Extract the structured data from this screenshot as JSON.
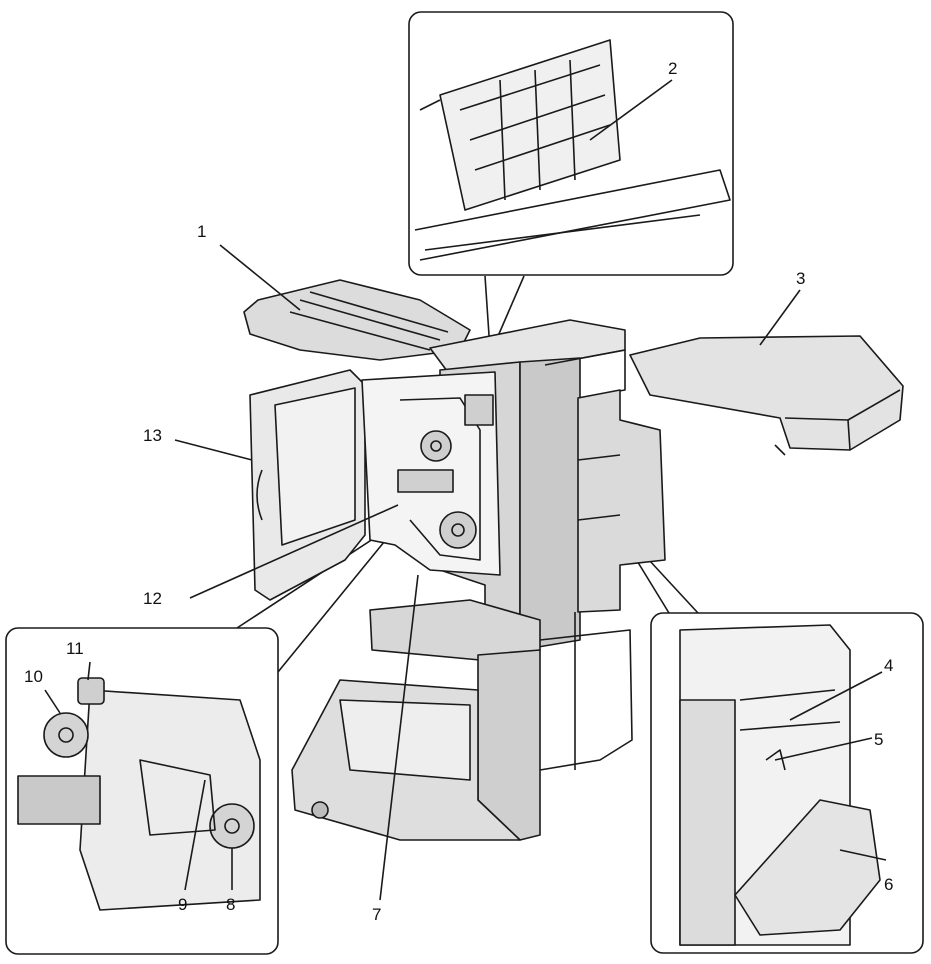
{
  "callouts": [
    {
      "id": "1",
      "label": "1"
    },
    {
      "id": "2",
      "label": "2"
    },
    {
      "id": "3",
      "label": "3"
    },
    {
      "id": "4",
      "label": "4"
    },
    {
      "id": "5",
      "label": "5"
    },
    {
      "id": "6",
      "label": "6"
    },
    {
      "id": "7",
      "label": "7"
    },
    {
      "id": "8",
      "label": "8"
    },
    {
      "id": "9",
      "label": "9"
    },
    {
      "id": "10",
      "label": "10"
    },
    {
      "id": "11",
      "label": "11"
    },
    {
      "id": "12",
      "label": "12"
    },
    {
      "id": "13",
      "label": "13"
    }
  ],
  "colors": {
    "line": "#1a1a1a",
    "body_fill": "#d9d9d9",
    "shade_fill": "#b9b9b9",
    "background": "#ffffff"
  }
}
